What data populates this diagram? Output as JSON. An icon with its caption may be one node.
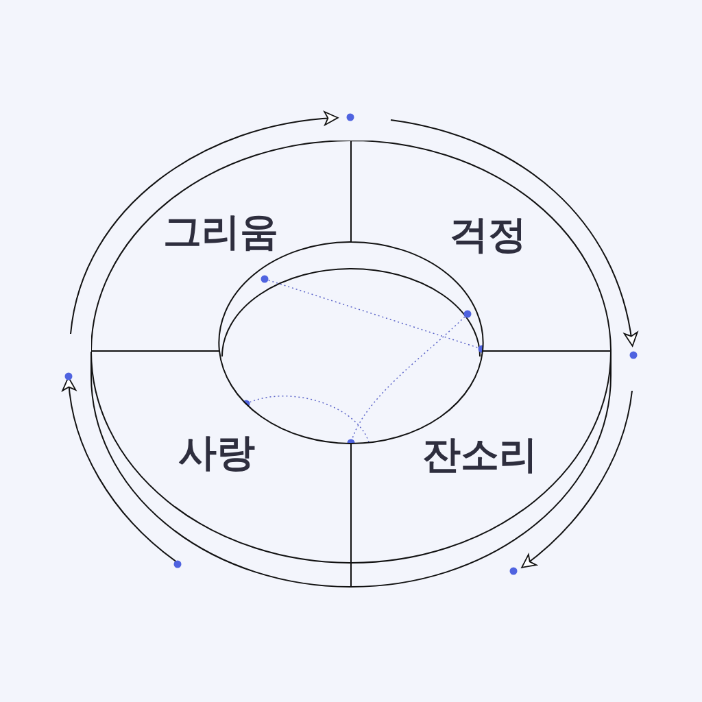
{
  "diagram": {
    "nodes": [
      {
        "text": [
          "그리움"
        ]
      },
      {
        "text": [
          "걱정"
        ]
      },
      {
        "text": [
          "사랑"
        ]
      },
      {
        "text": [
          "잔소리"
        ]
      }
    ]
  }
}
